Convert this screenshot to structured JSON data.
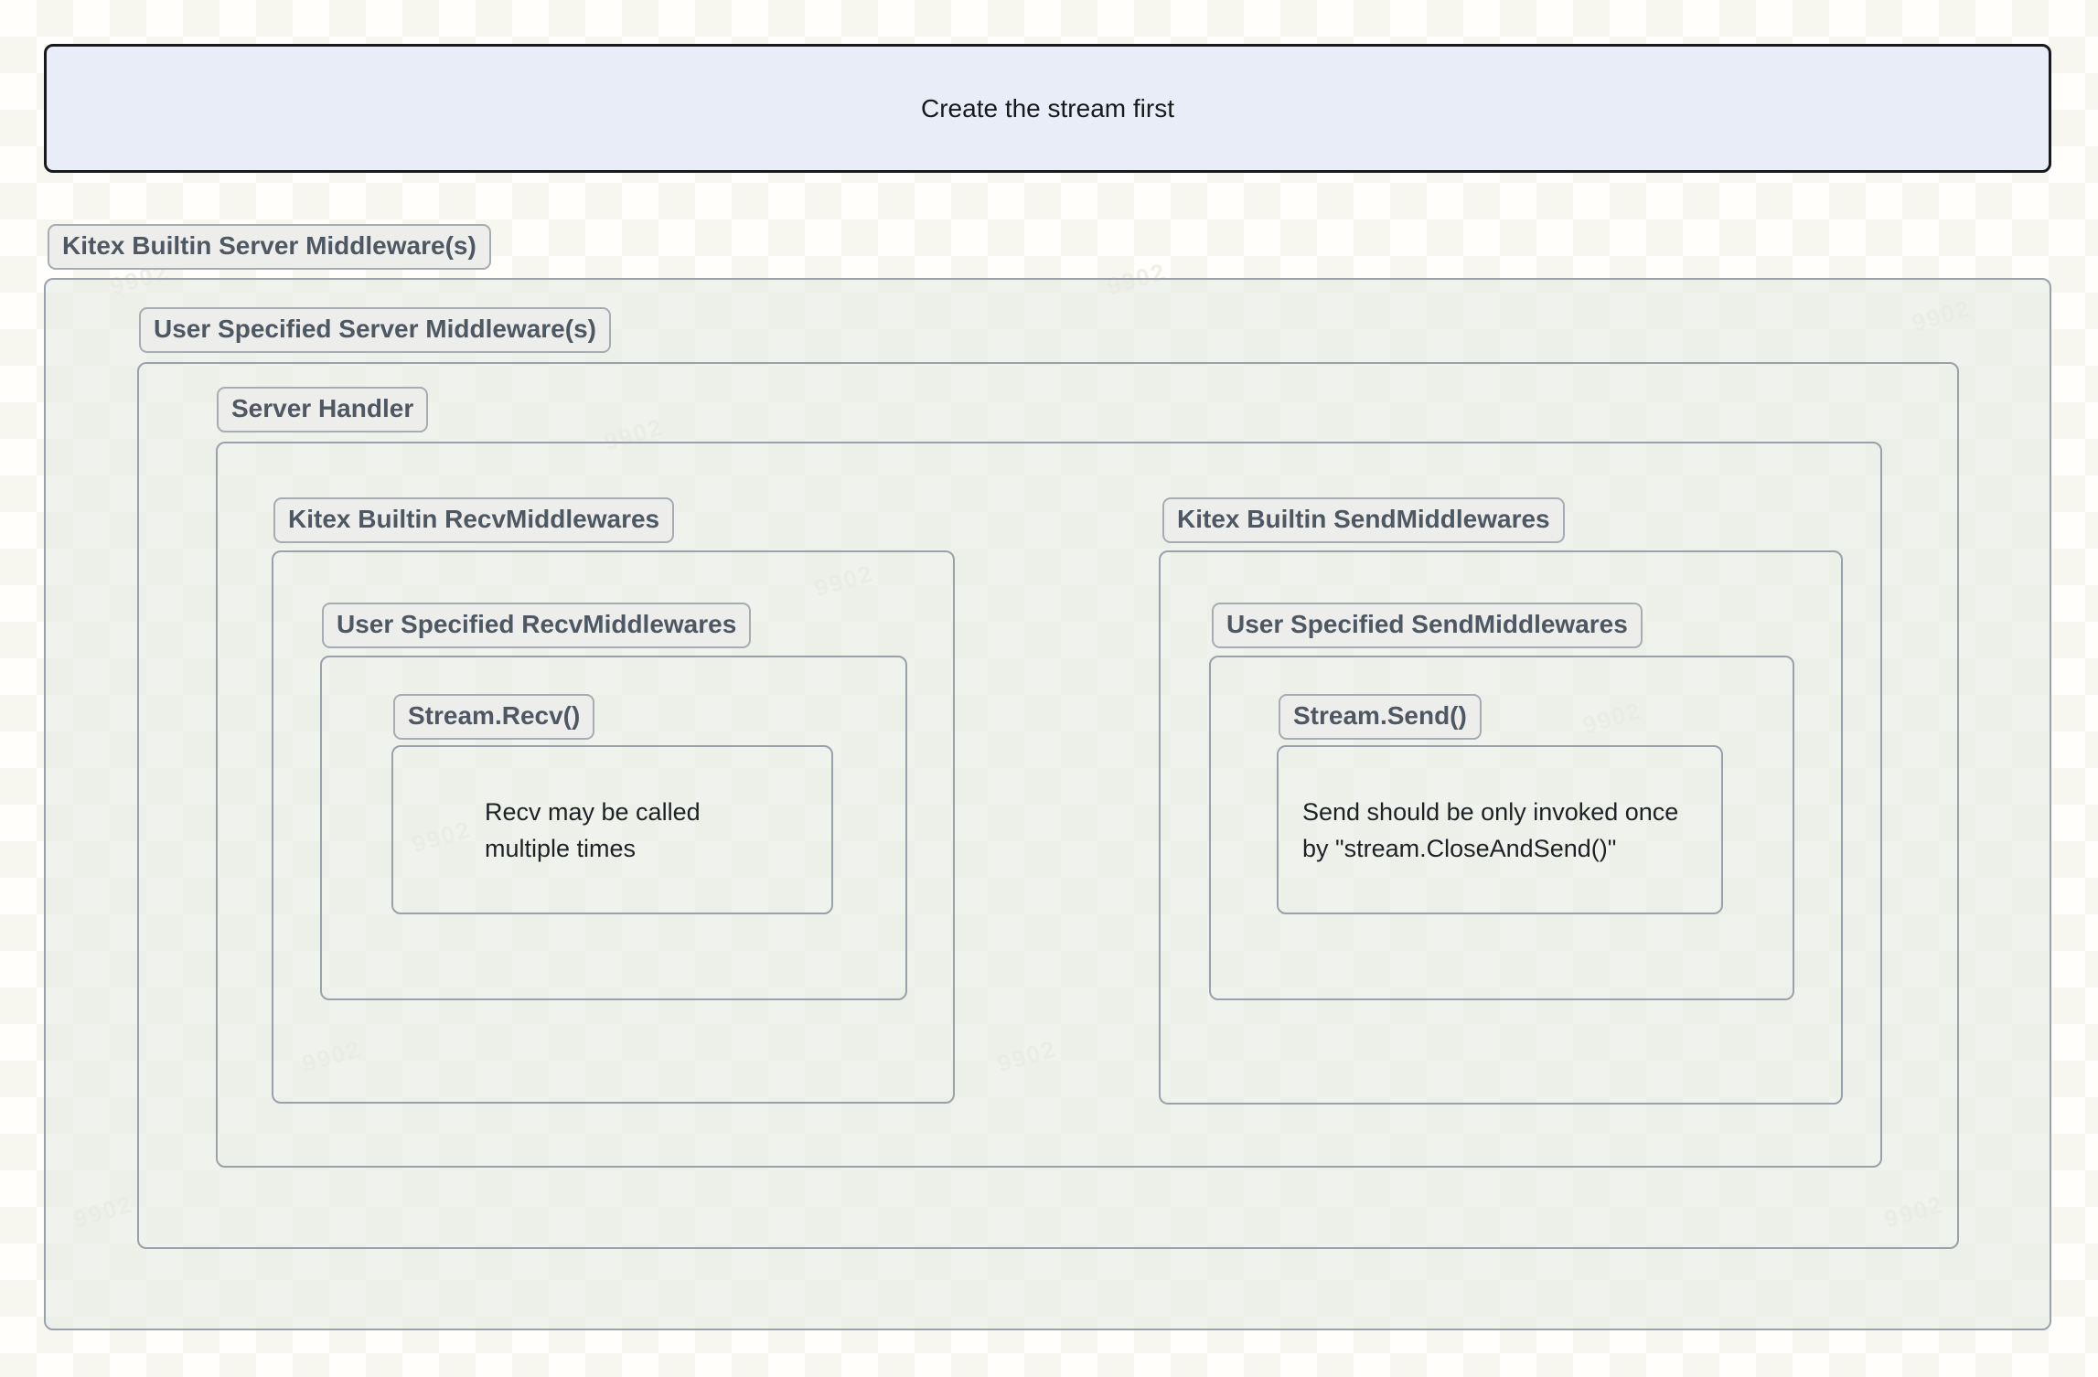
{
  "banner": {
    "text": "Create the stream first"
  },
  "badges": {
    "kitex_builtin_server": "Kitex Builtin Server Middleware(s)",
    "user_server": "User Specified Server Middleware(s)",
    "server_handler": "Server Handler",
    "kitex_builtin_recv": "Kitex Builtin RecvMiddlewares",
    "kitex_builtin_send": "Kitex Builtin SendMiddlewares",
    "user_recv": "User Specified RecvMiddlewares",
    "user_send": "User Specified SendMiddlewares",
    "stream_recv": "Stream.Recv()",
    "stream_send": "Stream.Send()"
  },
  "notes": {
    "recv": "Recv may be called multiple times",
    "send": "Send should be only invoked once by \"stream.CloseAndSend()\""
  },
  "watermark": {
    "text": "9902"
  },
  "colors": {
    "page_bg": "#fffefa",
    "banner_bg": "#e9edf8",
    "banner_border": "#17191c",
    "box_border": "#9aa1aa",
    "box_fill": "#f1f3f0",
    "badge_bg": "#ededec",
    "badge_border": "#a6acb2",
    "badge_text": "#4d5863",
    "note_text": "#1d2126"
  }
}
